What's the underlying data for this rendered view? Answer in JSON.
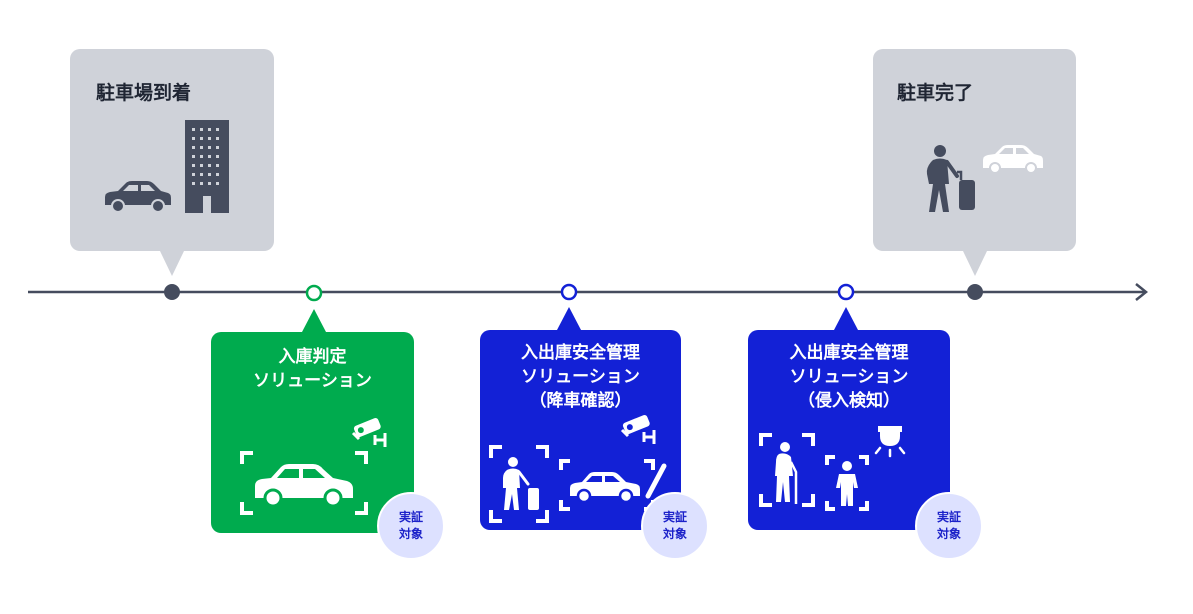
{
  "stages": {
    "arrival": {
      "title": "駐車場到着"
    },
    "complete": {
      "title": "駐車完了"
    }
  },
  "solutions": [
    {
      "line1": "入庫判定",
      "line2": "ソリューション",
      "line3": "",
      "badge1": "実証",
      "badge2": "対象",
      "color": "#00ab4e"
    },
    {
      "line1": "入出庫安全管理",
      "line2": "ソリューション",
      "line3": "（降車確認）",
      "badge1": "実証",
      "badge2": "対象",
      "color": "#1321d6"
    },
    {
      "line1": "入出庫安全管理",
      "line2": "ソリューション",
      "line3": "（侵入検知）",
      "badge1": "実証",
      "badge2": "対象",
      "color": "#1321d6"
    }
  ],
  "icons": [
    "car-icon",
    "building-icon",
    "traveler-with-suitcase-icon",
    "security-camera-icon",
    "detection-frame-icon",
    "elderly-person-icon",
    "child-icon",
    "ceiling-sensor-icon"
  ],
  "colors": {
    "timeline": "#454c5e",
    "gray_box": "#cfd2d9",
    "green": "#00ab4e",
    "blue": "#1321d6",
    "badge": "#dde1ff"
  }
}
